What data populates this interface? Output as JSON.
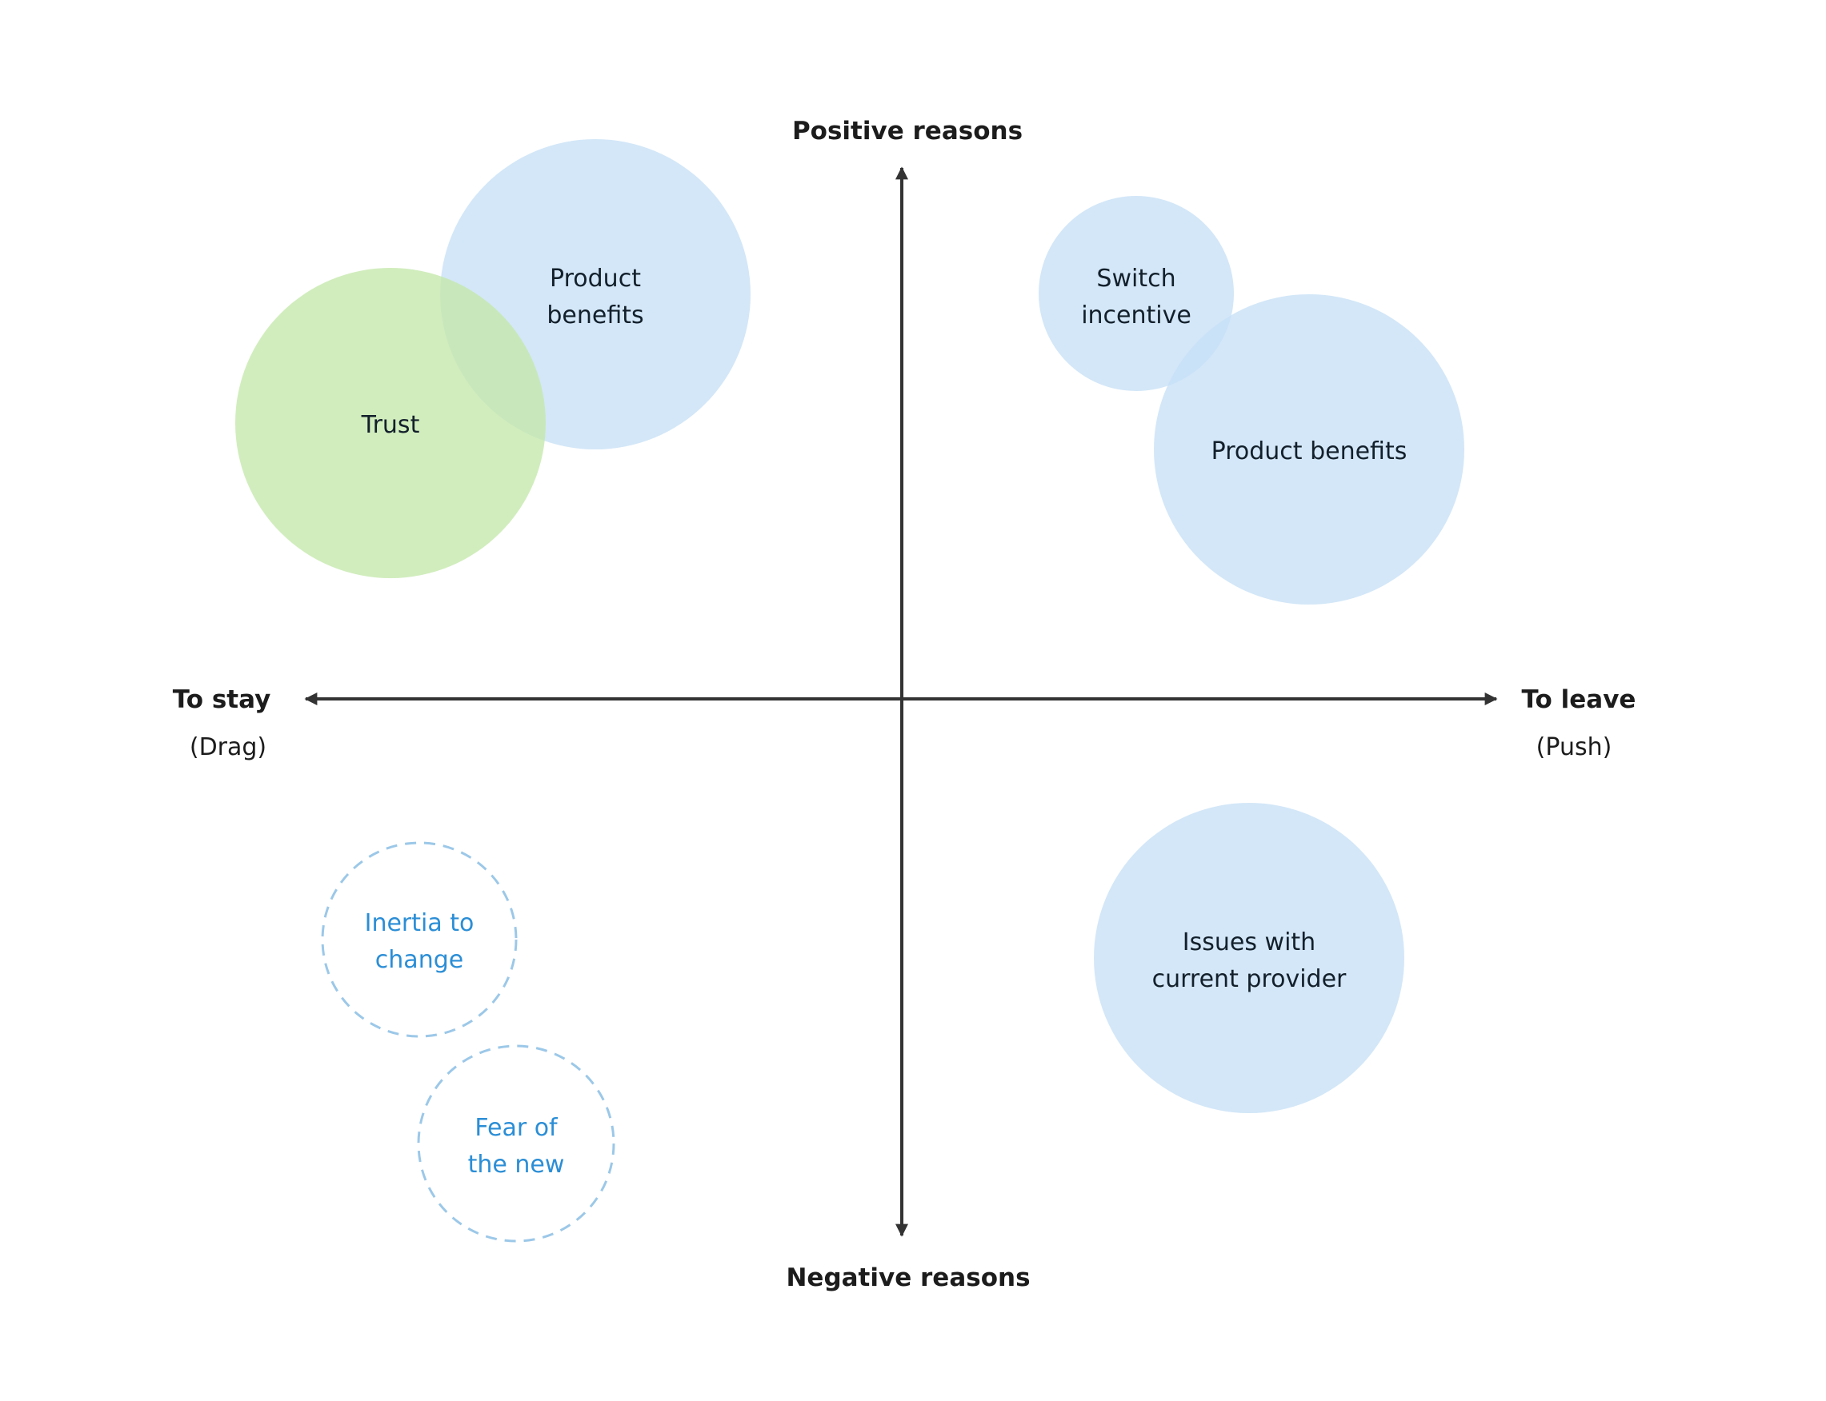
{
  "axes": {
    "top": "Positive reasons",
    "bottom": "Negative reasons",
    "left": "To stay",
    "left_sub": "(Drag)",
    "right": "To leave",
    "right_sub": "(Push)"
  },
  "colors": {
    "axis": "#333333",
    "blue_fill": "#c8e1f6",
    "green_fill": "#c6e8ac",
    "dashed_stroke": "#9cc8e8",
    "dashed_text": "#2b8ed6",
    "text": "#13202b"
  },
  "bubbles": [
    {
      "id": "product-benefits-stay",
      "lines": [
        "Product",
        "benefits"
      ],
      "style": "blue",
      "quadrant": "top-left"
    },
    {
      "id": "trust",
      "lines": [
        "Trust"
      ],
      "style": "green",
      "quadrant": "top-left"
    },
    {
      "id": "switch-incentive",
      "lines": [
        "Switch",
        "incentive"
      ],
      "style": "blue",
      "quadrant": "top-right"
    },
    {
      "id": "product-benefits-leave",
      "lines": [
        "Product benefits"
      ],
      "style": "blue",
      "quadrant": "top-right"
    },
    {
      "id": "issues-current-provider",
      "lines": [
        "Issues with",
        "current provider"
      ],
      "style": "blue",
      "quadrant": "bottom-right"
    },
    {
      "id": "inertia-to-change",
      "lines": [
        "Inertia to",
        "change"
      ],
      "style": "dashed",
      "quadrant": "bottom-left"
    },
    {
      "id": "fear-of-the-new",
      "lines": [
        "Fear of",
        "the new"
      ],
      "style": "dashed",
      "quadrant": "bottom-left"
    }
  ]
}
